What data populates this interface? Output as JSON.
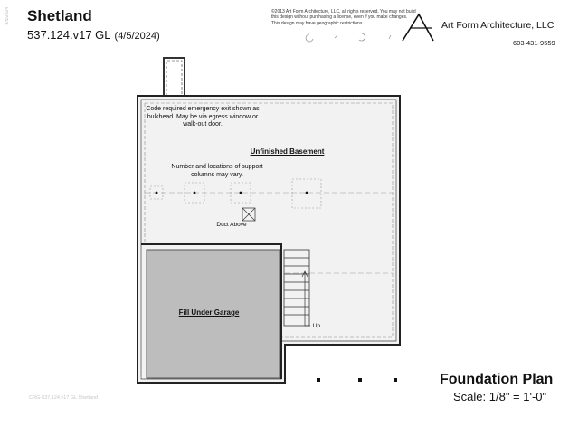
{
  "header": {
    "title": "Shetland",
    "plan_code": "537.124.v17 GL",
    "plan_date": "(4/5/2024)",
    "vertical_date": "4/5/2024"
  },
  "copyright": "©2013 Art Form Architecture, LLC, all rights reserved. You may not build this design without purchasing a license, even if you make changes. This design may have geographic restrictions.",
  "firm": {
    "name": "Art Form Architecture, LLC",
    "phone": "603-431-9559",
    "logo_icon": "art-form-a-logo"
  },
  "plan": {
    "exit_note": "Code required emergency exit shown as bulkhead. May be via egress window or walk-out door.",
    "basement_label": "Unfinished Basement",
    "columns_note": "Number and locations of support columns may vary.",
    "duct_label": "Duct Above",
    "garage_label": "Fill Under Garage",
    "stair_label": "Up"
  },
  "footer": {
    "code": "CRG-537.124.v17 GL Shetland",
    "plan_name": "Foundation Plan",
    "scale": "Scale: 1/8\" = 1'-0\""
  },
  "colors": {
    "garage_fill": "#bdbdbd",
    "basement_fill": "#f1f1f1",
    "wall": "#333333"
  }
}
